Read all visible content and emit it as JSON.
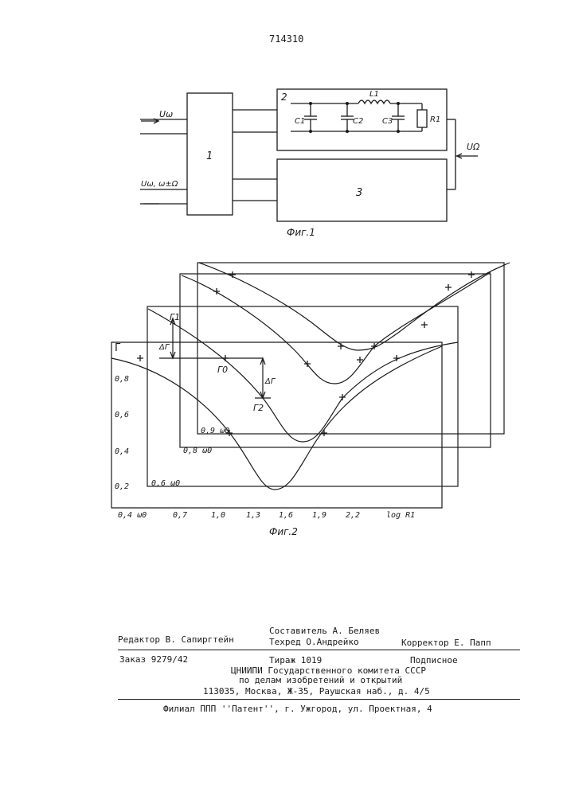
{
  "page_number": "714310",
  "fig1": {
    "caption": "Фиг.1",
    "block1": "1",
    "block2": "2",
    "block3": "3",
    "input_top": "Uω",
    "input_bottom": "Uω, ω±Ω",
    "output_right": "UΩ",
    "c1": "C1",
    "c2": "C2",
    "c3": "C3",
    "l1": "L1",
    "r1": "R1"
  },
  "fig2": {
    "caption": "Фиг.2",
    "gamma": "Γ",
    "gamma0": "Γ0",
    "gamma1": "Γ1",
    "gamma2": "Γ2",
    "delta_gamma": "ΔΓ",
    "frame_labels": [
      "0,4 ω0",
      "0,6 ω0",
      "0,8 ω0",
      "0,9 ω0"
    ],
    "y_ticks": [
      "0,8",
      "0,6",
      "0,4",
      "0,2"
    ],
    "x_ticks": [
      "0,7",
      "1,0",
      "1,3",
      "1,6",
      "1,9",
      "2,2"
    ],
    "x_label": "log R1"
  },
  "imprint": {
    "compiler": "Составитель А. Беляев",
    "editor": "Редактор В. Сапиргтейн",
    "techred": "Техред О.Андрейко",
    "corrector": "Корректор  Е. Папп",
    "order": "Заказ 9279/42",
    "circulation": "Тираж 1019",
    "subscription": "Подписное",
    "org1": "ЦНИИПИ Государственного комитета СССР",
    "org2": "по делам изобретений и открытий",
    "address": "113035, Москва, Ж-35, Раушская наб., д. 4/5",
    "branch": "Филиал ППП ''Патент'', г. Ужгород, ул. Проектная, 4"
  }
}
